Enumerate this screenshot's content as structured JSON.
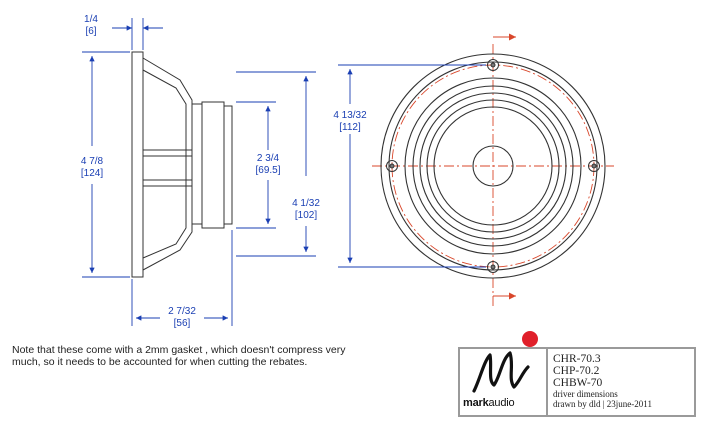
{
  "dimensions": {
    "top_width_frac": "1/4",
    "top_width_mm": "[6]",
    "overall_dia_frac": "4 7/8",
    "overall_dia_mm": "[124]",
    "magnet_dia_frac": "2 3/4",
    "magnet_dia_mm": "[69.5]",
    "cutout_dia_frac": "4 1/32",
    "cutout_dia_mm": "[102]",
    "bolt_circle_frac": "4 13/32",
    "bolt_circle_mm": "[112]",
    "depth_frac": "2 7/32",
    "depth_mm": "[56]"
  },
  "note": {
    "line1": "Note that these come with a 2mm gasket , which doesn't compress very",
    "line2": "much, so it needs to be accounted for when cutting the rebates."
  },
  "title_block": {
    "models": [
      "CHR-70.3",
      "CHP-70.2",
      "CHBW-70"
    ],
    "subtitle": "driver dimensions",
    "drawn_by": "drawn by dld | 23june-2011",
    "brand_bold": "mark",
    "brand_regular": "audio"
  },
  "colors": {
    "dimension_blue": "#1a3fb3",
    "centerline_red": "#d9472b",
    "outline": "#333333",
    "logo_red": "#e0202a"
  }
}
